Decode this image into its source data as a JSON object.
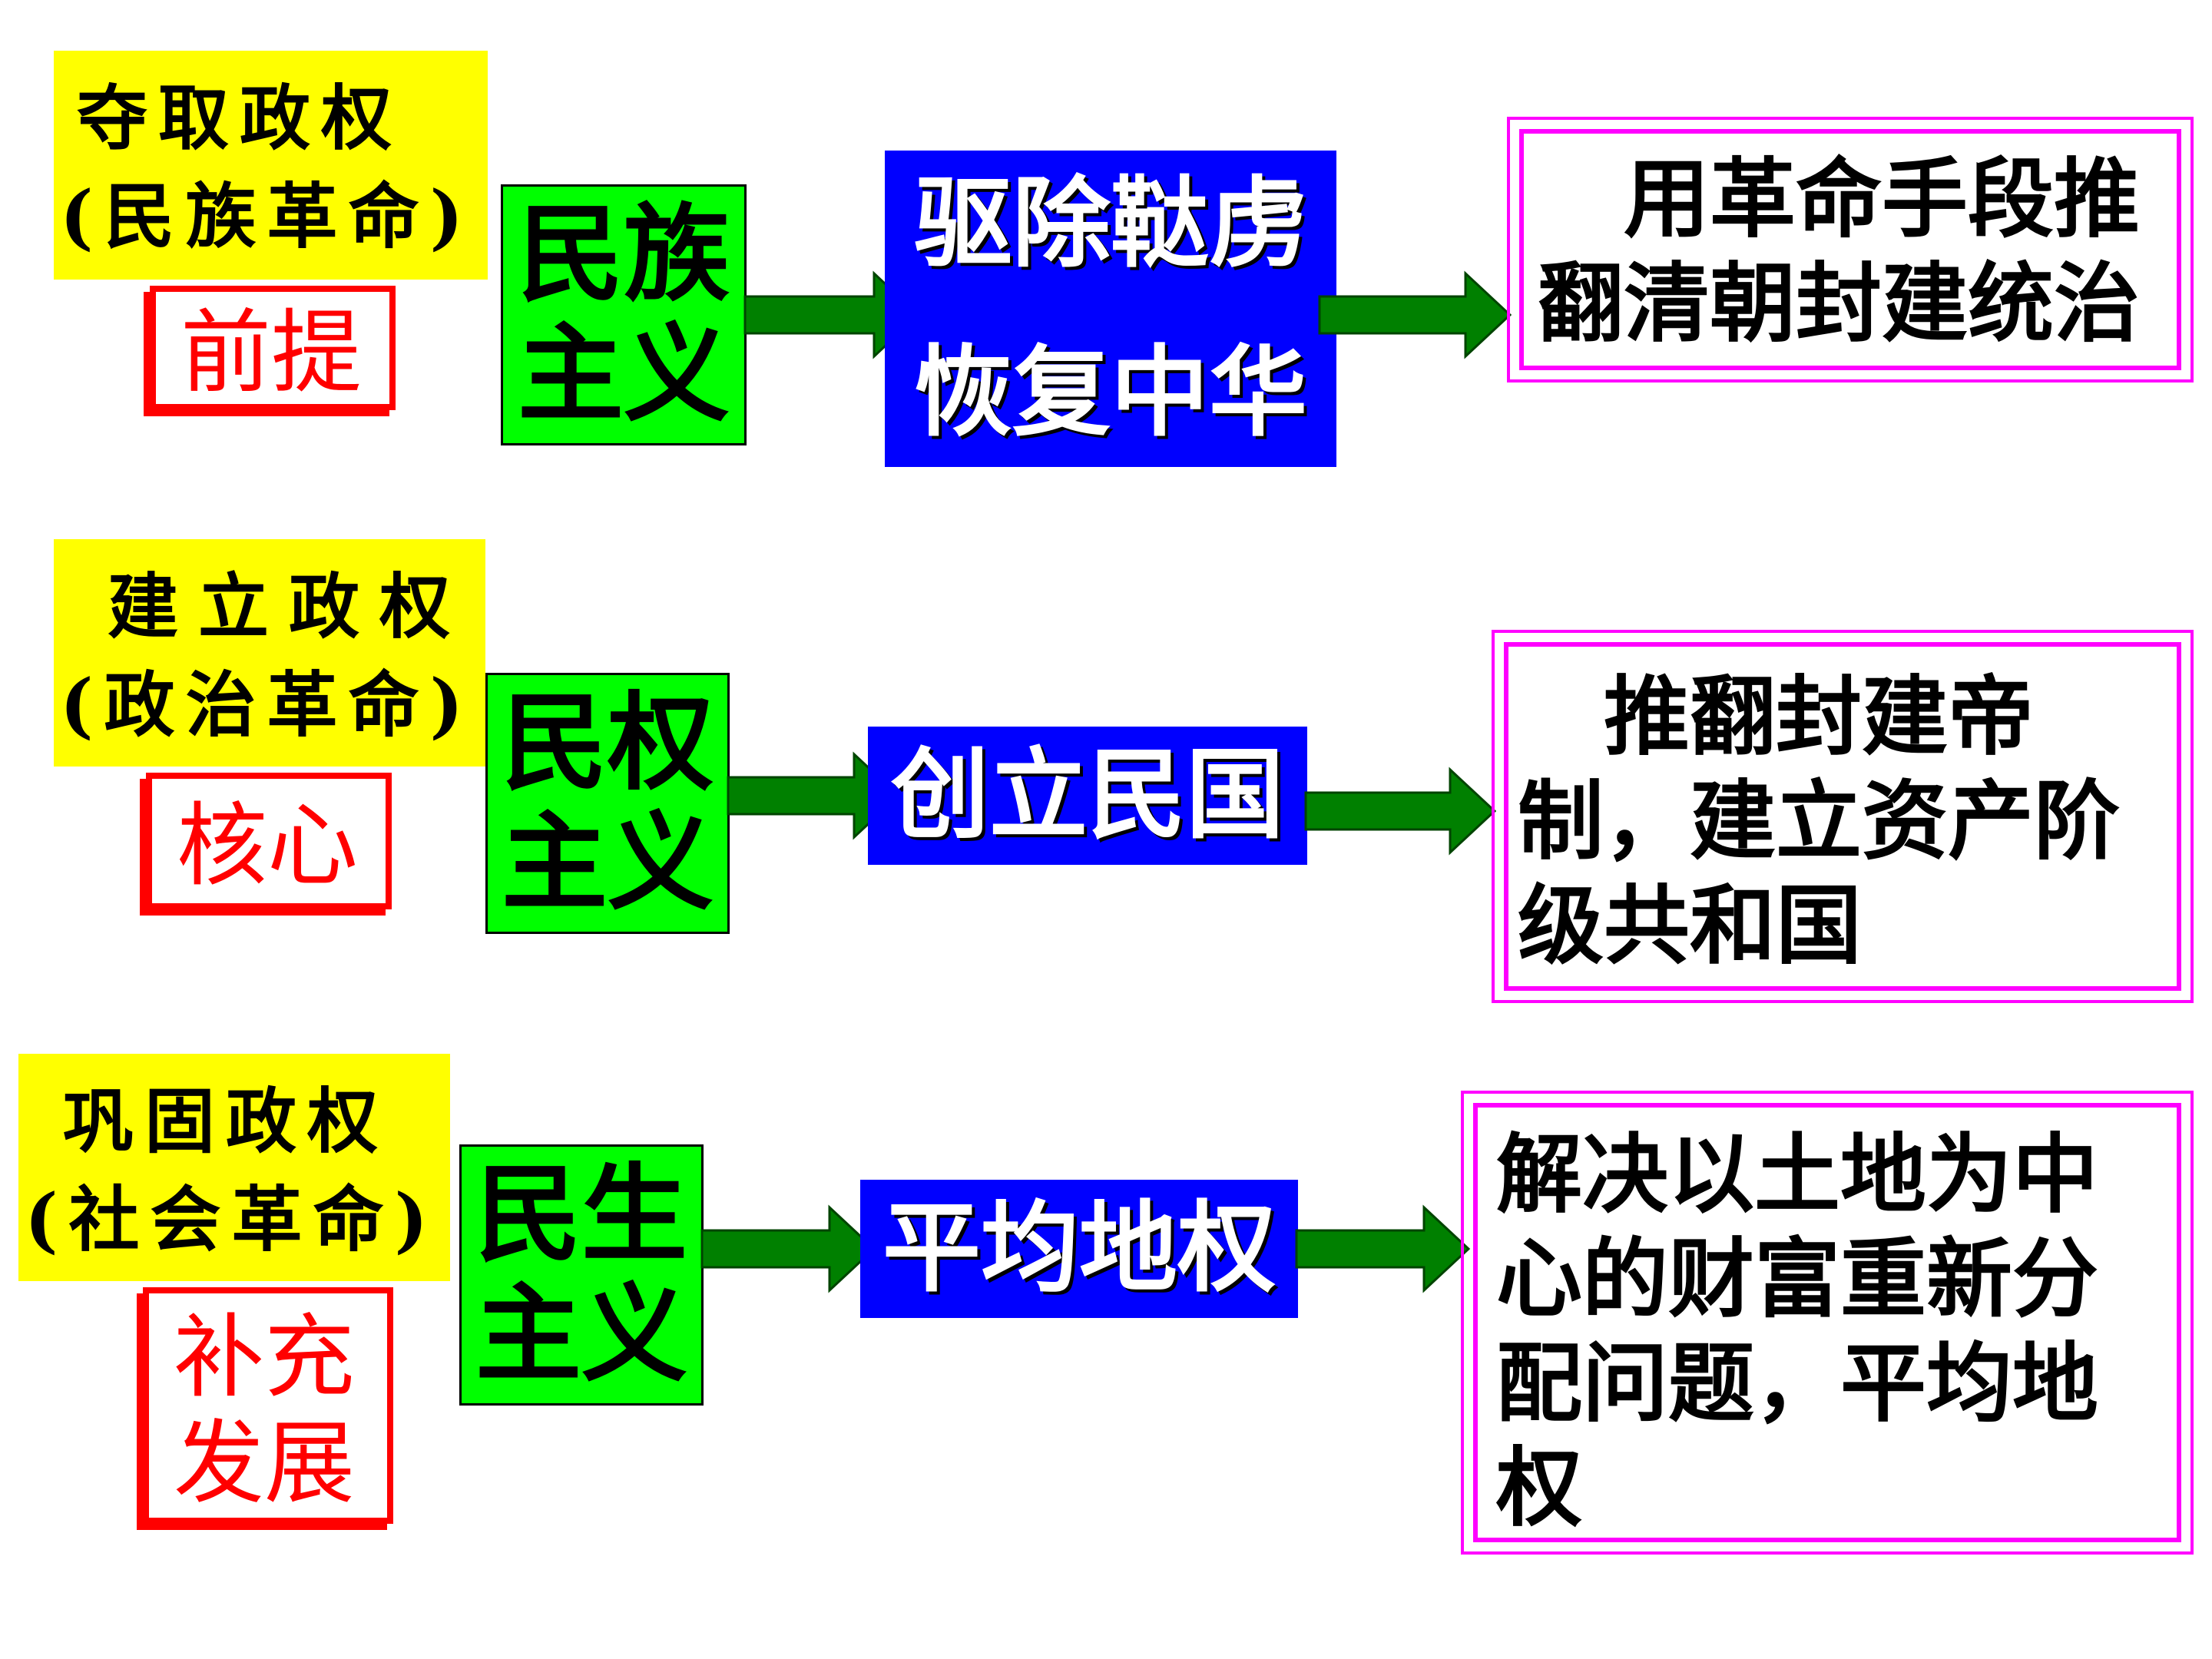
{
  "rows": [
    {
      "goal": {
        "line1": "夺取政权",
        "line2": "(民族革命)"
      },
      "role": {
        "line1": "前提",
        "line2": ""
      },
      "principle": {
        "line1": "民族",
        "line2": "主义"
      },
      "slogan": {
        "line1": "驱除鞑虏",
        "line2": "恢复中华"
      },
      "result": {
        "line1": "　用革命手段推",
        "line2": "翻清朝封建统治",
        "line3": "",
        "line4": ""
      }
    },
    {
      "goal": {
        "line1": "建立政权",
        "line2": "(政治革命)"
      },
      "role": {
        "line1": "核心",
        "line2": ""
      },
      "principle": {
        "line1": "民权",
        "line2": "主义"
      },
      "slogan": {
        "line1": "创立民国",
        "line2": ""
      },
      "result": {
        "line1": "　推翻封建帝",
        "line2": "制，建立资产阶",
        "line3": "级共和国",
        "line4": ""
      }
    },
    {
      "goal": {
        "line1": "巩固政权",
        "line2": "(社会革命)"
      },
      "role": {
        "line1": "补充",
        "line2": "发展"
      },
      "principle": {
        "line1": "民生",
        "line2": "主义"
      },
      "slogan": {
        "line1": "平均地权",
        "line2": ""
      },
      "result": {
        "line1": "解决以土地为中",
        "line2": "心的财富重新分",
        "line3": "配问题，平均地",
        "line4": "权"
      }
    }
  ],
  "colors": {
    "goal_bg": "#ffff00",
    "role_border": "#ff0000",
    "principle_bg": "#00ff00",
    "slogan_bg": "#0000ff",
    "result_border": "#ff00ff",
    "arrow": "#008000"
  }
}
